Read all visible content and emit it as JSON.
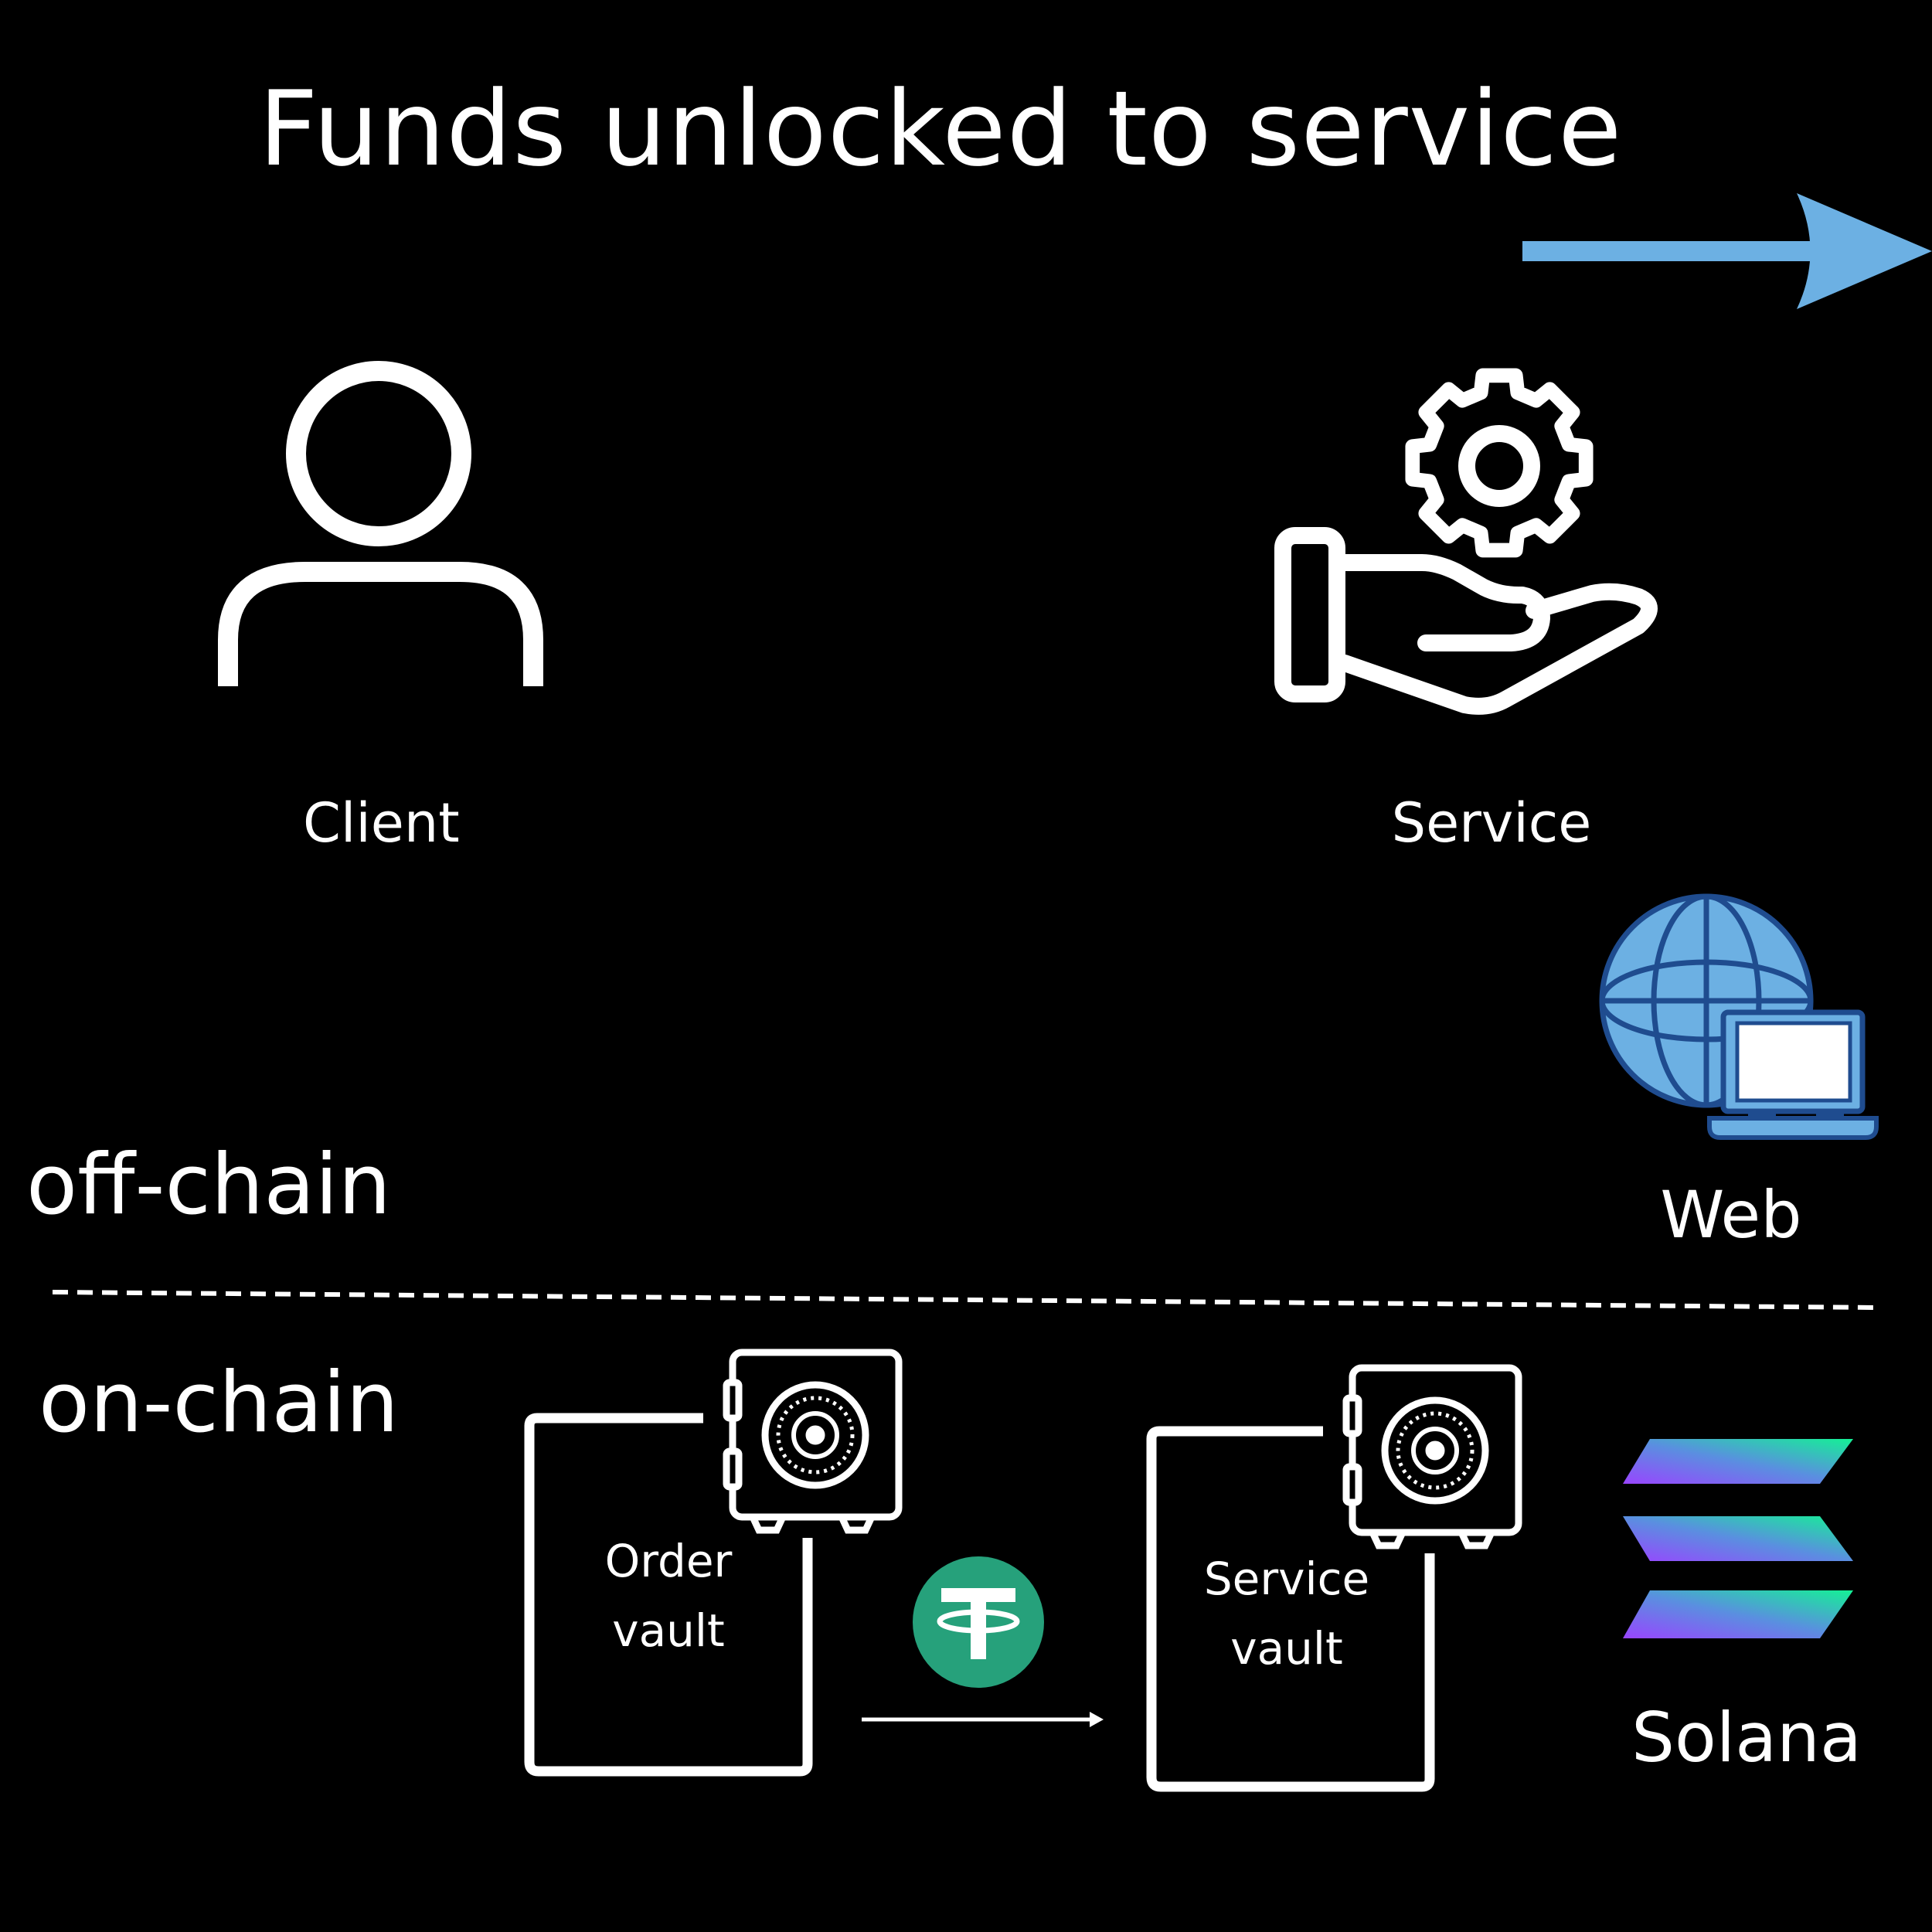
{
  "title": "Funds unlocked to service",
  "nodes": {
    "client": {
      "label": "Client",
      "icon": "person-icon"
    },
    "service": {
      "label": "Service",
      "icon": "hand-gear-icon"
    },
    "web": {
      "label": "Web",
      "icon": "globe-laptop-icon"
    },
    "order_vault": {
      "line1": "Order",
      "line2": "vault",
      "icon": "safe-icon"
    },
    "service_vault": {
      "line1": "Service",
      "line2": "vault",
      "icon": "safe-icon"
    },
    "token": {
      "icon": "tether-icon"
    },
    "solana": {
      "label": "Solana",
      "icon": "solana-logo-icon"
    }
  },
  "zones": {
    "offchain": "off-chain",
    "onchain": "on-chain"
  },
  "colors": {
    "background": "#000000",
    "foreground": "#ffffff",
    "flow_arrow": "#6cb0e3",
    "tether": "#26a17b"
  }
}
